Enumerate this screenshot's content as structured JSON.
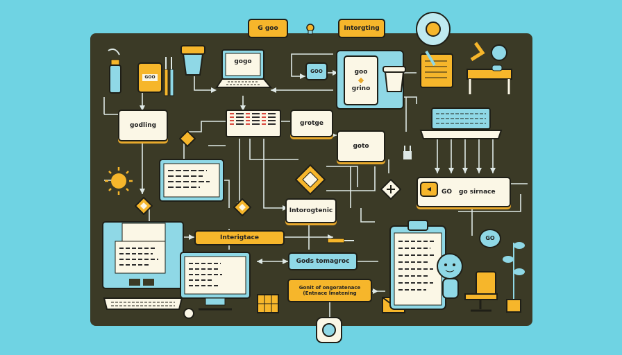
{
  "labels": {
    "top_left_tag": "G goo",
    "top_right_tag": "Intorgting",
    "laptop_text": "gogo",
    "goo_chip": "GOO",
    "tablet_line1": "goo",
    "tablet_line2": "grino",
    "godling": "godling",
    "grotge": "grotge",
    "goto": "goto",
    "go_simace_a": "GO",
    "go_simace_b": "go sirnace",
    "interogtenic": "Intorogtenic",
    "interigtace": "Interigtace",
    "gods_tomagroc": "Gods tomagroc",
    "bottom_orange_line1": "Gonit of ongoratenace",
    "bottom_orange_line2": "(Entnace lmatening",
    "go_bubble": "GO"
  },
  "colors": {
    "background": "#6fd3e3",
    "board": "#3b3a26",
    "accent_orange": "#f6b62b",
    "accent_cyan": "#8fd8e6",
    "cream": "#fbf7e6"
  }
}
